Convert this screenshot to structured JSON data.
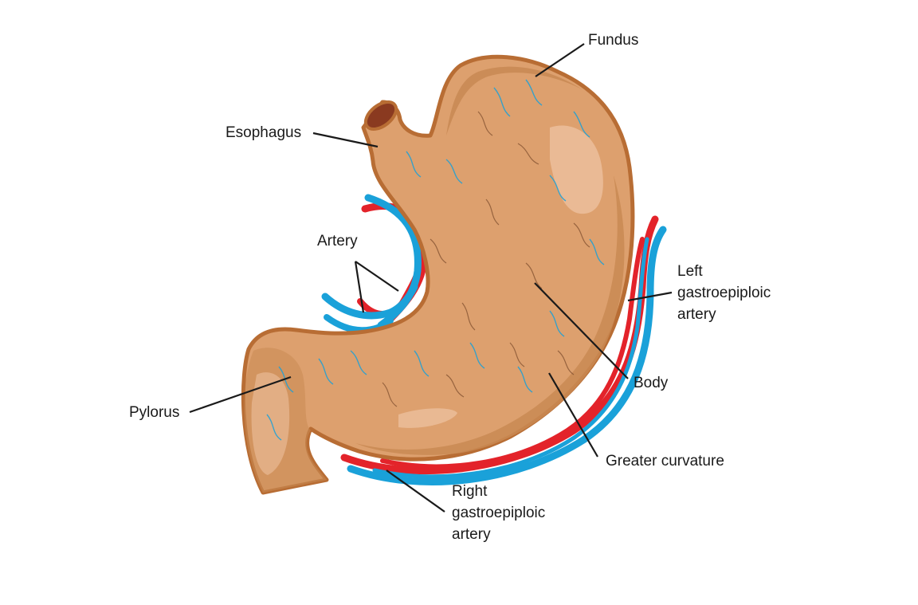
{
  "colors": {
    "stomach_fill": "#dda06e",
    "stomach_outline": "#b86d34",
    "stomach_shadow": "#c98a54",
    "highlight": "#eec3a3",
    "artery_red": "#e3232a",
    "vein_blue": "#1aa1d9",
    "fold_line": "#7a4a2b",
    "leader_line": "#1a1a1a"
  },
  "labels": {
    "fundus": "Fundus",
    "esophagus": "Esophagus",
    "artery": "Artery",
    "left_gastroepiploic": [
      "Left",
      "gastroepiploic",
      "artery"
    ],
    "pylorus": "Pylorus",
    "body": "Body",
    "greater_curvature": "Greater curvature",
    "right_gastroepiploic": [
      "Right",
      "gastroepiploic",
      "artery"
    ]
  }
}
